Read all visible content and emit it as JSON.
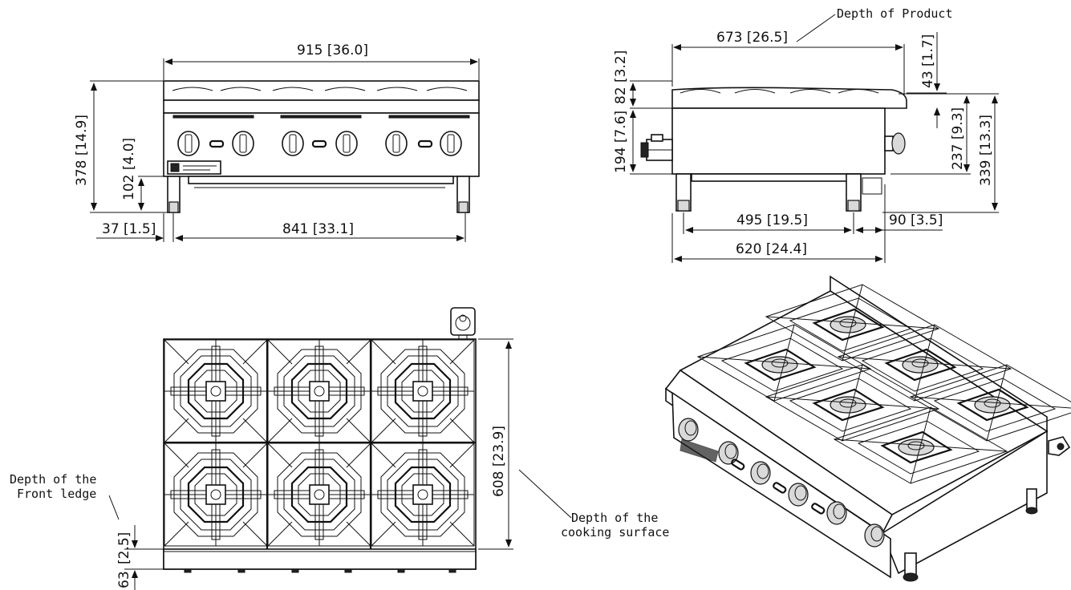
{
  "colors": {
    "line": "#111111",
    "background": "#ffffff",
    "metal": "#d9d9d9"
  },
  "front_view": {
    "width_dim": "915  [36.0]",
    "height_dim": "378  [14.9]",
    "leg_height_dim": "102 [4.0]",
    "leg_offset_dim": "37 [1.5]",
    "leg_span_dim": "841  [33.1]"
  },
  "side_view": {
    "product_depth_label": "Depth of Product",
    "product_depth_dim": "673 [26.5]",
    "top_ledge_dim": "43 [1.7]",
    "backguard_dim": "82 [3.2]",
    "body_height_dim": "194 [7.6]",
    "cook_height_dim": "237 [9.3]",
    "total_height_dim": "339 [13.3]",
    "leg_depth_dim": "495 [19.5]",
    "rear_offset_dim": "90 [3.5]",
    "base_depth_dim": "620 [24.4]"
  },
  "top_view": {
    "cooking_depth_dim": "608 [23.9]",
    "cooking_depth_label_line1": "Depth of the",
    "cooking_depth_label_line2": "cooking surface",
    "front_ledge_label_line1": "Depth of the",
    "front_ledge_label_line2": "Front ledge",
    "front_ledge_dim_a": "[2.5]",
    "front_ledge_dim_b": "63"
  }
}
